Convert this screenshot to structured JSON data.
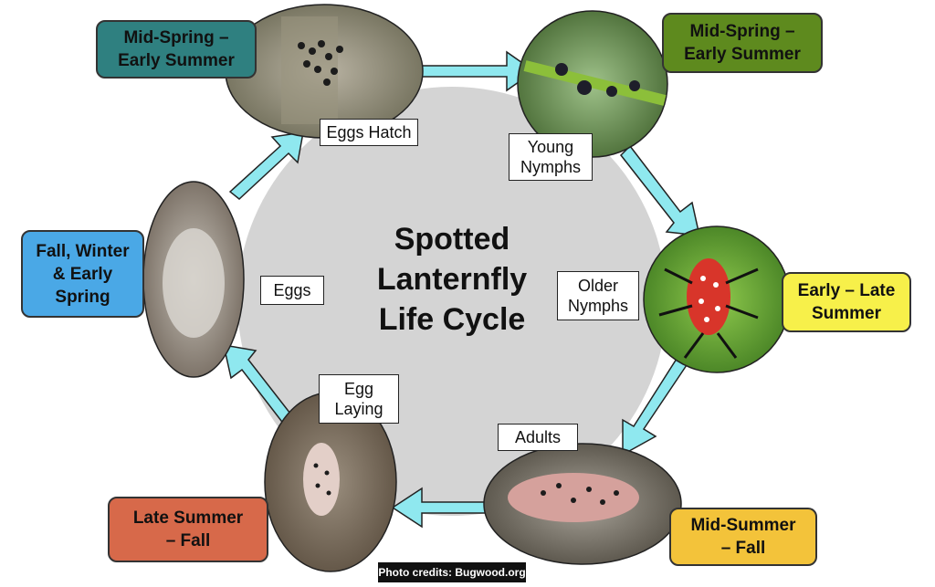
{
  "title_lines": [
    "Spotted",
    "Lanternfly",
    "Life Cycle"
  ],
  "stages": {
    "eggs_hatch": "Eggs Hatch",
    "young_nymphs": [
      "Young",
      "Nymphs"
    ],
    "older_nymphs": [
      "Older",
      "Nymphs"
    ],
    "adults": "Adults",
    "egg_laying": [
      "Egg",
      "Laying"
    ],
    "eggs": "Eggs"
  },
  "seasons": {
    "top_left": [
      "Mid-Spring –",
      "Early Summer"
    ],
    "top_right": [
      "Mid-Spring –",
      "Early Summer"
    ],
    "right": [
      "Early – Late",
      "Summer"
    ],
    "bottom_right": [
      "Mid-Summer",
      "– Fall"
    ],
    "bottom_left": [
      "Late Summer",
      "– Fall"
    ],
    "left": [
      "Fall, Winter",
      "& Early",
      "Spring"
    ]
  },
  "credits": "Photo credits: Bugwood.org",
  "colors": {
    "circle": "#d4d4d4",
    "arrow": "#8fe8ef",
    "season_teal": "#2f8080",
    "season_green": "#5e8a1e",
    "season_yellow": "#f7f04a",
    "season_orange": "#f3c33a",
    "season_red": "#d7694a",
    "season_blue": "#4aa8e6"
  }
}
